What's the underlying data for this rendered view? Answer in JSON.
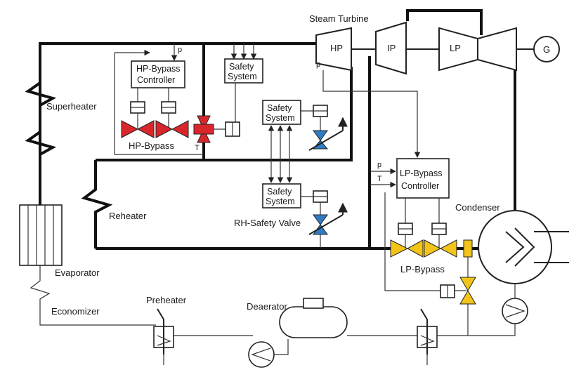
{
  "labels": {
    "steam_turbine": "Steam Turbine",
    "hp": "HP",
    "ip": "IP",
    "lp": "LP",
    "generator": "G",
    "superheater": "Superheater",
    "reheater": "Reheater",
    "evaporator": "Evaporator",
    "economizer": "Economizer",
    "preheater": "Preheater",
    "deaerator": "Deaerator",
    "condenser": "Condenser",
    "hp_bypass": "HP-Bypass",
    "lp_bypass": "LP-Bypass",
    "rh_safety_valve": "RH-Safety Valve",
    "p": "p",
    "t": "T"
  },
  "boxes": {
    "hp_bypass_controller": [
      "HP-Bypass",
      "Controller"
    ],
    "lp_bypass_controller": [
      "LP-Bypass",
      "Controller"
    ],
    "safety_system_top": [
      "Safety",
      "System"
    ],
    "safety_system_mid": [
      "Safety",
      "System"
    ],
    "safety_system_low": [
      "Safety",
      "System"
    ]
  },
  "colors": {
    "hp_bypass_valve": "#d9262c",
    "safety_valve": "#2f7cc4",
    "lp_bypass_valve": "#f2c318",
    "line": "#111111"
  }
}
